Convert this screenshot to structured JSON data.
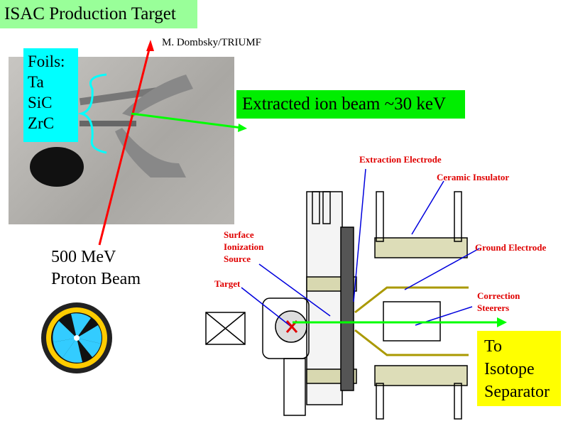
{
  "title": "ISAC Production Target",
  "credit": "M. Dombsky/TRIUMF",
  "foils": {
    "heading": "Foils:",
    "items": [
      "Ta",
      "SiC",
      "ZrC"
    ]
  },
  "extracted_beam": "Extracted ion beam ~30 keV",
  "proton_beam": [
    "500 MeV",
    "Proton Beam"
  ],
  "separator": [
    "To",
    "Isotope",
    "Separator"
  ],
  "diagram_labels": {
    "extraction_electrode": "Extraction Electrode",
    "ceramic_insulator": "Ceramic Insulator",
    "surface_ionization": [
      "Surface",
      "Ionization",
      "Source"
    ],
    "ground_electrode": "Ground Electrode",
    "target": "Target",
    "correction_steerers": [
      "Correction",
      "Steerers"
    ]
  },
  "colors": {
    "title_bg": "#99ff99",
    "foils_bg": "#00ffff",
    "beam_bg": "#00ee00",
    "separator_bg": "#ffff00",
    "label_red": "#e00000",
    "arrow_blue": "#0000dd"
  }
}
